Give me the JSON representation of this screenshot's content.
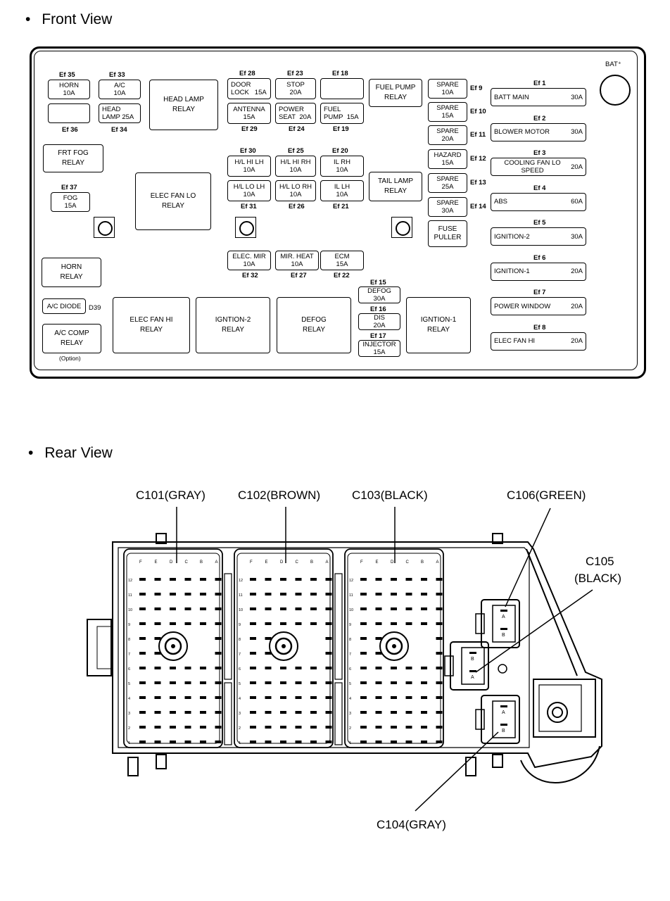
{
  "front_title": "Front View",
  "rear_title": "Rear View",
  "bullet": "•",
  "bat_label": "BAT⁺",
  "relays": {
    "head_lamp": [
      "HEAD LAMP",
      "RELAY"
    ],
    "fuel_pump": [
      "FUEL PUMP",
      "RELAY"
    ],
    "frt_fog": [
      "FRT FOG",
      "RELAY"
    ],
    "elec_fan_lo": [
      "ELEC FAN LO",
      "RELAY"
    ],
    "tail_lamp": [
      "TAIL LAMP",
      "RELAY"
    ],
    "horn": [
      "HORN",
      "RELAY"
    ],
    "ac_comp": [
      "A/C COMP",
      "RELAY"
    ],
    "elec_fan_hi": [
      "ELEC FAN HI",
      "RELAY"
    ],
    "ignition2": [
      "IGNTION-2",
      "RELAY"
    ],
    "defog": [
      "DEFOG",
      "RELAY"
    ],
    "ignition1": [
      "IGNTION-1",
      "RELAY"
    ],
    "fuse_puller": [
      "FUSE",
      "PULLER"
    ]
  },
  "ac_diode": "A/C DIODE",
  "d39": "D39",
  "option": "(Option)",
  "fuses": {
    "ef35": {
      "label": "Ef 35",
      "name": "HORN",
      "amp": "10A"
    },
    "ef33": {
      "label": "Ef 33",
      "name": "A/C",
      "amp": "10A"
    },
    "ef36": {
      "label": "Ef 36"
    },
    "ef34": {
      "label": "Ef 34",
      "name": "HEAD",
      "name2": "LAMP",
      "amp": "25A"
    },
    "ef28": {
      "label": "Ef 28",
      "name": "DOOR",
      "name2": "LOCK",
      "amp": "15A"
    },
    "ef23": {
      "label": "Ef 23",
      "name": "STOP",
      "amp": "20A"
    },
    "ef18": {
      "label": "Ef 18"
    },
    "ef29": {
      "label": "Ef 29",
      "name": "ANTENNA",
      "amp": "15A"
    },
    "ef24": {
      "label": "Ef 24",
      "name": "POWER",
      "name2": "SEAT",
      "amp": "20A"
    },
    "ef19": {
      "label": "Ef 19",
      "name": "FUEL",
      "name2": "PUMP",
      "amp": "15A"
    },
    "ef30": {
      "label": "Ef 30",
      "name": "H/L HI LH",
      "amp": "10A"
    },
    "ef25": {
      "label": "Ef 25",
      "name": "H/L HI RH",
      "amp": "10A"
    },
    "ef20": {
      "label": "Ef 20",
      "name": "IL RH",
      "amp": "10A"
    },
    "ef31": {
      "label": "Ef 31",
      "name": "H/L LO LH",
      "amp": "10A"
    },
    "ef26": {
      "label": "Ef 26",
      "name": "H/L LO RH",
      "amp": "10A"
    },
    "ef21": {
      "label": "Ef 21",
      "name": "IL LH",
      "amp": "10A"
    },
    "ef37": {
      "label": "Ef 37",
      "name": "FOG",
      "amp": "15A"
    },
    "ef32": {
      "label": "Ef 32",
      "name": "ELEC. MIR",
      "amp": "10A"
    },
    "ef27": {
      "label": "Ef 27",
      "name": "MIR. HEAT",
      "amp": "10A"
    },
    "ef22": {
      "label": "Ef 22",
      "name": "ECM",
      "amp": "15A"
    },
    "ef15": {
      "label": "Ef 15",
      "name": "DEFOG",
      "amp": "30A"
    },
    "ef16": {
      "label": "Ef 16",
      "name": "DIS",
      "amp": "20A"
    },
    "ef17": {
      "label": "Ef 17",
      "name": "INJECTOR",
      "amp": "15A"
    },
    "ef9": {
      "label": "Ef 9",
      "name": "SPARE",
      "amp": "10A"
    },
    "ef10": {
      "label": "Ef 10",
      "name": "SPARE",
      "amp": "15A"
    },
    "ef11": {
      "label": "Ef 11",
      "name": "SPARE",
      "amp": "20A"
    },
    "ef12": {
      "label": "Ef 12",
      "name": "HAZARD",
      "amp": "15A"
    },
    "ef13": {
      "label": "Ef 13",
      "name": "SPARE",
      "amp": "25A"
    },
    "ef14": {
      "label": "Ef 14",
      "name": "SPARE",
      "amp": "30A"
    }
  },
  "main_fuses": [
    {
      "label": "Ef 1",
      "name": "BATT MAIN",
      "amp": "30A"
    },
    {
      "label": "Ef 2",
      "name": "BLOWER MOTOR",
      "amp": "30A"
    },
    {
      "label": "Ef 3",
      "name": "COOLING FAN LO SPEED",
      "amp": "20A"
    },
    {
      "label": "Ef 4",
      "name": "ABS",
      "amp": "60A"
    },
    {
      "label": "Ef 5",
      "name": "IGNITION-2",
      "amp": "30A"
    },
    {
      "label": "Ef 6",
      "name": "IGNITION-1",
      "amp": "20A"
    },
    {
      "label": "Ef 7",
      "name": "POWER WINDOW",
      "amp": "20A"
    },
    {
      "label": "Ef 8",
      "name": "ELEC FAN HI",
      "amp": "20A"
    }
  ],
  "connectors": {
    "c101": "C101(GRAY)",
    "c102": "C102(BROWN)",
    "c103": "C103(BLACK)",
    "c106": "C106(GREEN)",
    "c105a": "C105",
    "c105b": "(BLACK)",
    "c104": "C104(GRAY)"
  },
  "pin_letters": [
    "F",
    "E",
    "D",
    "C",
    "B",
    "A"
  ],
  "pin_rows": [
    "12",
    "11",
    "10",
    "9",
    "8",
    "7",
    "6",
    "5",
    "4",
    "3",
    "2",
    "1"
  ],
  "small_conn_pins": [
    "A",
    "B"
  ]
}
